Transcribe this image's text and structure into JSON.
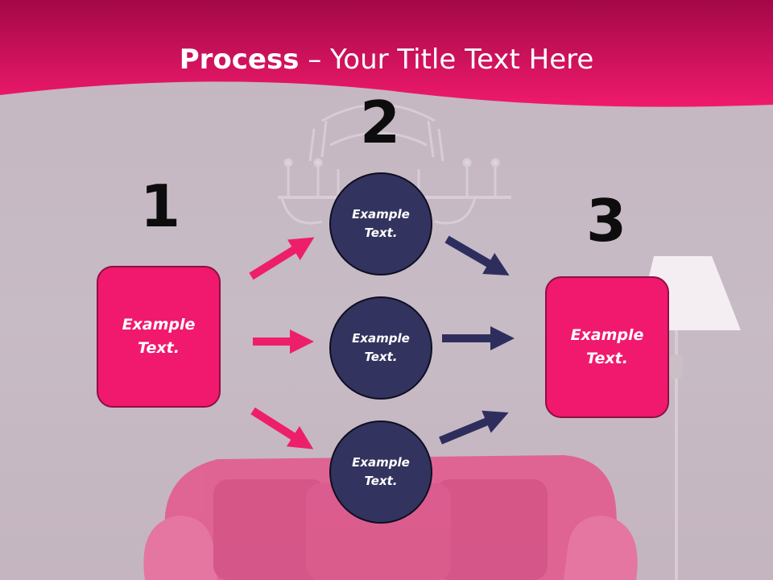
{
  "title": {
    "bold": "Process",
    "rest": " – Your Title Text Here"
  },
  "steps": [
    {
      "number": "1",
      "label": "Example Text."
    },
    {
      "number": "2",
      "labels": [
        "Example Text.",
        "Example Text.",
        "Example Text."
      ]
    },
    {
      "number": "3",
      "label": "Example Text."
    }
  ],
  "colors": {
    "header": "#e8115f",
    "box_fill": "#f0196d",
    "circle_fill": "#33335f",
    "pink_arrow": "#ee1f6a",
    "navy_arrow": "#2e2e5e"
  }
}
